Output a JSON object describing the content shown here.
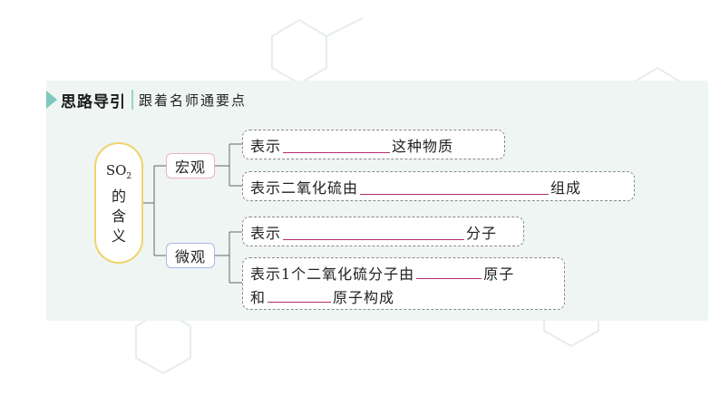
{
  "header": {
    "title": "思路导引",
    "subtitle": "跟着名师通要点"
  },
  "root": {
    "formula_main": "SO",
    "formula_sub": "2",
    "chars": [
      "的",
      "含",
      "义"
    ]
  },
  "branches": {
    "macro": {
      "label": "宏观",
      "items": [
        {
          "before": "表示",
          "after": "这种物质"
        },
        {
          "before": "表示二氧化硫由",
          "after": "组成"
        }
      ]
    },
    "micro": {
      "label": "微观",
      "items": [
        {
          "before": "表示",
          "after": "分子"
        },
        {
          "before": "表示1个二氧化硫分子由",
          "after": "原子",
          "line2_before": "和",
          "line2_after": "原子构成"
        }
      ]
    }
  },
  "colors": {
    "panel_bg": "#eef5f3",
    "oval_border": "#f0d36a",
    "macro_border": "#e9b3bc",
    "micro_border": "#a9b8e2",
    "blank_line": "#b0306e",
    "header_accent": "#7fc8c0"
  }
}
